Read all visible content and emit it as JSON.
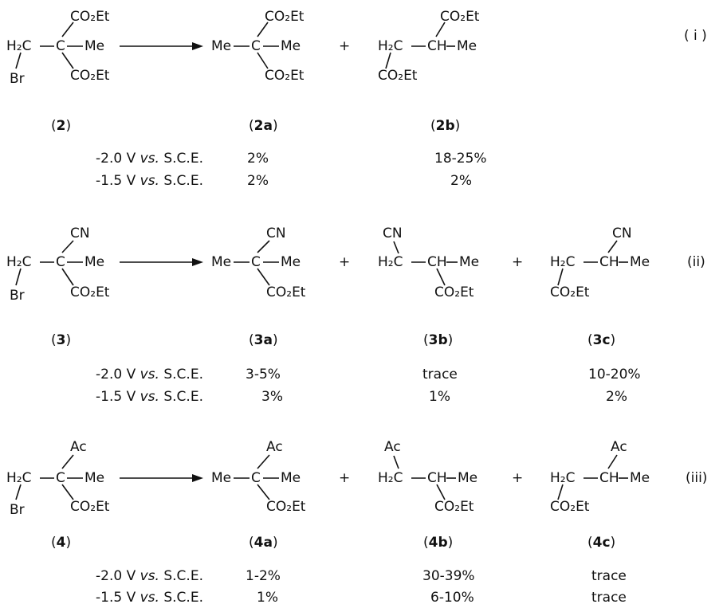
{
  "groups": "CO2Et",
  "reactions": [
    {
      "tag": "( i )",
      "reactant": {
        "label_pre": "(",
        "label_num": "2",
        "label_post": ")"
      },
      "products": [
        {
          "label_pre": "(",
          "label_num": "2a",
          "label_post": ")"
        },
        {
          "label_pre": "(",
          "label_num": "2b",
          "label_post": ")"
        }
      ],
      "conditions": [
        {
          "v": "-2.0",
          "unit": "V",
          "vs": "vs.",
          "ref": "S.C.E.",
          "yields": [
            "2%",
            "18-25%"
          ]
        },
        {
          "v": "-1.5",
          "unit": "V",
          "vs": "vs.",
          "ref": "S.C.E.",
          "yields": [
            "2%",
            "2%"
          ]
        }
      ]
    },
    {
      "tag": "(ii)",
      "reactant": {
        "label_pre": "(",
        "label_num": "3",
        "label_post": ")"
      },
      "products": [
        {
          "label_pre": "(",
          "label_num": "3a",
          "label_post": ")"
        },
        {
          "label_pre": "(",
          "label_num": "3b",
          "label_post": ")"
        },
        {
          "label_pre": "(",
          "label_num": "3c",
          "label_post": ")"
        }
      ],
      "conditions": [
        {
          "v": "-2.0",
          "unit": "V",
          "vs": "vs.",
          "ref": "S.C.E.",
          "yields": [
            "3-5%",
            "trace",
            "10-20%"
          ]
        },
        {
          "v": "-1.5",
          "unit": "V",
          "vs": "vs.",
          "ref": "S.C.E.",
          "yields": [
            "3%",
            "1%",
            "2%"
          ]
        }
      ]
    },
    {
      "tag": "(iii)",
      "reactant": {
        "label_pre": "(",
        "label_num": "4",
        "label_post": ")"
      },
      "products": [
        {
          "label_pre": "(",
          "label_num": "4a",
          "label_post": ")"
        },
        {
          "label_pre": "(",
          "label_num": "4b",
          "label_post": ")"
        },
        {
          "label_pre": "(",
          "label_num": "4c",
          "label_post": ")"
        }
      ],
      "conditions": [
        {
          "v": "-2.0",
          "unit": "V",
          "vs": "vs.",
          "ref": "S.C.E.",
          "yields": [
            "1-2%",
            "30-39%",
            "trace"
          ]
        },
        {
          "v": "-1.5",
          "unit": "V",
          "vs": "vs.",
          "ref": "S.C.E.",
          "yields": [
            "1%",
            "6-10%",
            "trace"
          ]
        }
      ]
    }
  ],
  "atoms": {
    "H2C": "H₂C",
    "C": "C",
    "CH": "CH",
    "Me": "Me",
    "Br": "Br",
    "CN": "CN",
    "Ac": "Ac",
    "CO2Et": "CO₂Et",
    "plus": "+"
  }
}
